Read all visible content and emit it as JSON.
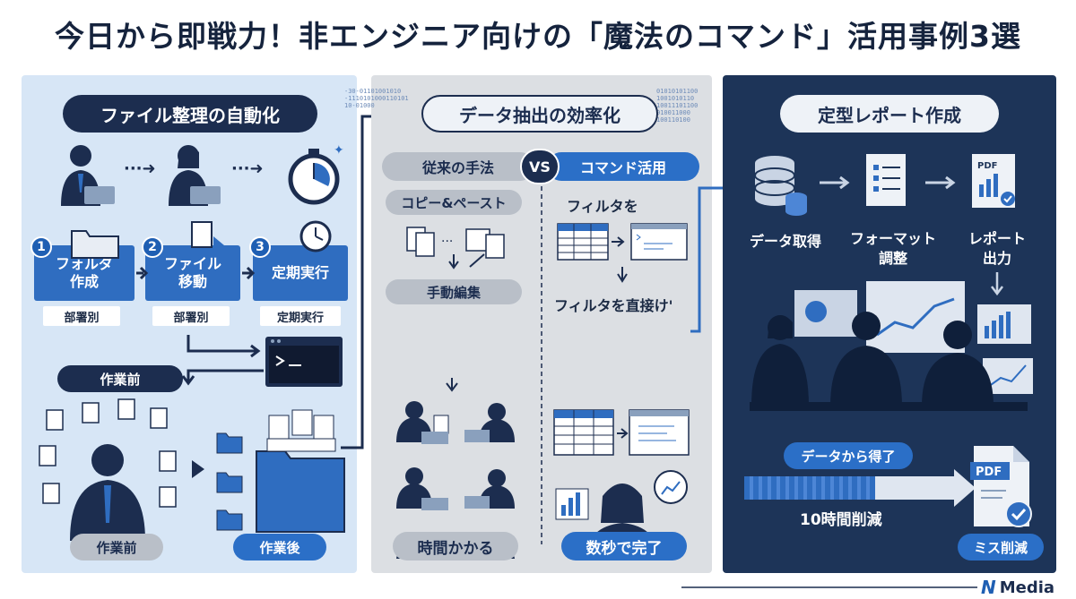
{
  "title": "今日から即戦力！非エンジニア向けの「魔法のコマンド」活用事例3選",
  "panel1": {
    "header": "ファイル整理の自動化",
    "steps": [
      {
        "num": "1",
        "label": "フォルダ作成",
        "line1": "フォルダ",
        "line2": "作成",
        "sub": "部署別"
      },
      {
        "num": "2",
        "label": "ファイル移動",
        "line1": "ファイル",
        "line2": "移動",
        "sub": "部署別"
      },
      {
        "num": "3",
        "label": "定期実行",
        "line1": "定期実行",
        "line2": "",
        "sub": "定期実行"
      }
    ],
    "before_tag": "作業前",
    "before_label": "作業前",
    "after_label": "作業後"
  },
  "panel2": {
    "header": "データ抽出の効率化",
    "left_tab": "従来の手法",
    "vs": "VS",
    "right_tab": "コマンド活用",
    "copy_paste": "コピー&ペースト",
    "manual_edit": "手動編集",
    "filter": "フィルタを",
    "filter_direct": "フィルタを直接け'",
    "time_takes": "時間かかる",
    "seconds_done": "数秒で完了"
  },
  "panel3": {
    "header": "定型レポート作成",
    "step1": "データ取得",
    "step2_line1": "フォーマット",
    "step2_line2": "調整",
    "step3_line1": "レポート",
    "step3_line2": "出力",
    "pdf_small": "PDF",
    "pdf_big": "PDF",
    "progress_pill": "データから得了",
    "progress_fraction": 0.62,
    "hours_saved": "10時間削減",
    "miss_reduce": "ミス削減"
  },
  "binary_text": {
    "a": "-30-01101001010  \n-1110101000110101\n10-01000",
    "b": "01010101100\n1001010110\n10011101100\n010011000\n100110100"
  },
  "brand": {
    "name": "Media",
    "logo_letter": "N"
  },
  "colors": {
    "navy": "#1c2d4f",
    "blue": "#2f6dc0",
    "panel_light": "#d7e6f6",
    "panel_grey": "#dcdfe3",
    "panel_dark": "#1d3458"
  }
}
